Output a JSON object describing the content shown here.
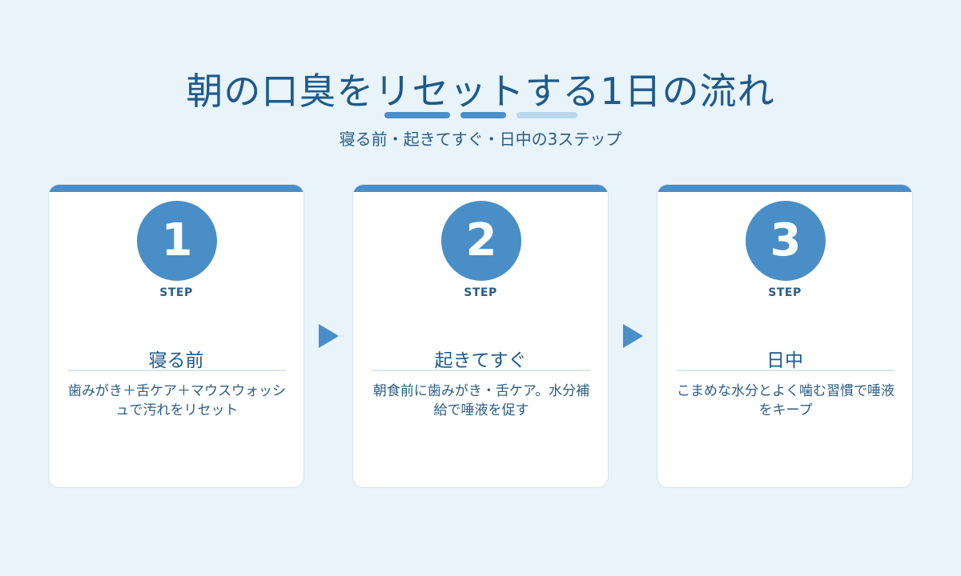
{
  "header": {
    "title": "朝の口臭をリセットする1日の流れ",
    "subtitle": "寝る前・起きてすぐ・日中の3ステップ"
  },
  "colors": {
    "background": "#e8f3fa",
    "accent": "#4a8ec8",
    "accent_light": "#bcd8ee",
    "text": "#1e5a8c"
  },
  "steps": [
    {
      "number": "1",
      "label": "STEP",
      "title": "寝る前",
      "description": "歯みがき＋舌ケア＋マウスウォッシュで汚れをリセット"
    },
    {
      "number": "2",
      "label": "STEP",
      "title": "起きてすぐ",
      "description": "朝食前に歯みがき・舌ケア。水分補給で唾液を促す"
    },
    {
      "number": "3",
      "label": "STEP",
      "title": "日中",
      "description": "こまめな水分とよく噛む習慣で唾液をキープ"
    }
  ]
}
